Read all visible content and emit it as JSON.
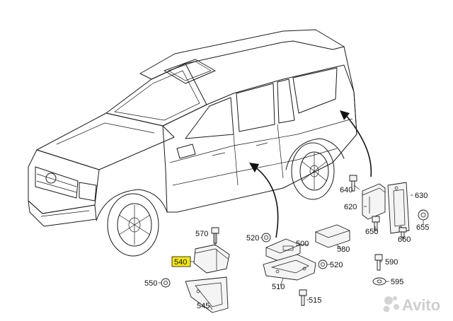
{
  "callouts": {
    "c640": "640",
    "c630": "630",
    "c620": "620",
    "c650": "650",
    "c655": "655",
    "c660": "660",
    "c570": "570",
    "c520a": "520",
    "c500": "500",
    "c580": "580",
    "c540": "540",
    "c520b": "520",
    "c550": "550",
    "c510": "510",
    "c590": "590",
    "c595": "595",
    "c545": "545",
    "c515": "515"
  },
  "highlight": {
    "callout": "540",
    "color": "#f5e90a"
  },
  "watermark": {
    "text": "Avito"
  }
}
